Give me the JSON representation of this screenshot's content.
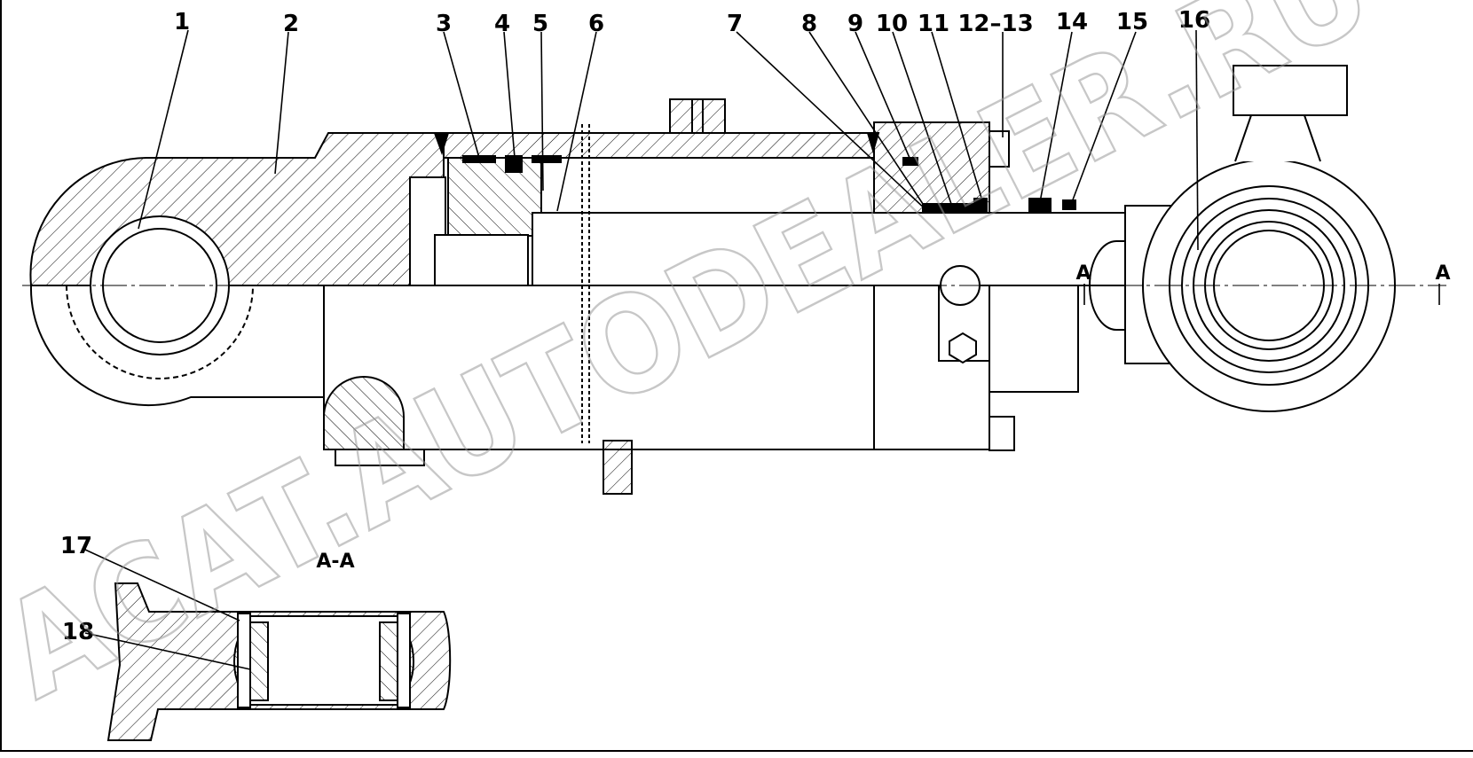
{
  "callouts": [
    {
      "id": "1",
      "label": "1"
    },
    {
      "id": "2",
      "label": "2"
    },
    {
      "id": "3",
      "label": "3"
    },
    {
      "id": "4",
      "label": "4"
    },
    {
      "id": "5",
      "label": "5"
    },
    {
      "id": "6",
      "label": "6"
    },
    {
      "id": "7",
      "label": "7"
    },
    {
      "id": "8",
      "label": "8"
    },
    {
      "id": "9",
      "label": "9"
    },
    {
      "id": "10",
      "label": "10"
    },
    {
      "id": "11",
      "label": "11"
    },
    {
      "id": "12-13",
      "label": "12–13"
    },
    {
      "id": "14",
      "label": "14"
    },
    {
      "id": "15",
      "label": "15"
    },
    {
      "id": "16",
      "label": "16"
    },
    {
      "id": "17",
      "label": "17"
    },
    {
      "id": "18",
      "label": "18"
    }
  ],
  "section_marker": {
    "left": "A",
    "right": "A",
    "detail_title": "A-A"
  },
  "watermark": {
    "text": "ACAT.AUTODEALER.RU",
    "color": "#9a9a9a"
  },
  "colors": {
    "line": "#000000",
    "background": "#ffffff"
  }
}
